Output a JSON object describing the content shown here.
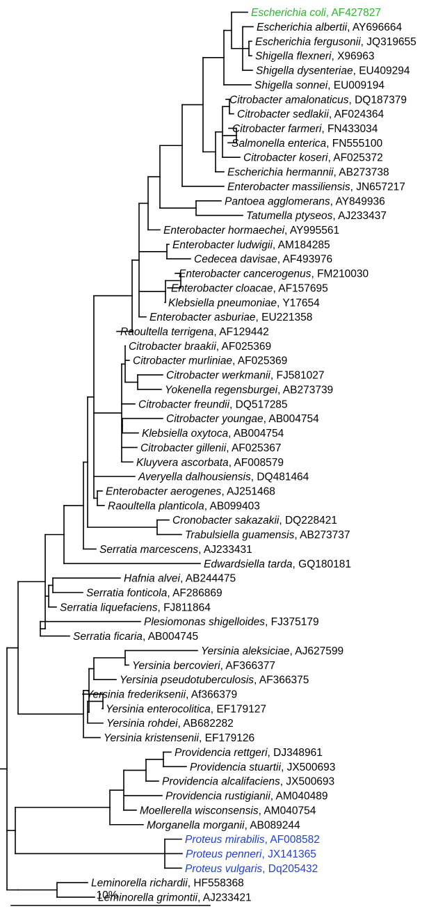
{
  "highlight_colors": {
    "green": "#2db52d",
    "blue": "#1f3fd6",
    "default": "#000000"
  },
  "scale_bar": {
    "label": "10%"
  },
  "taxa": [
    {
      "species": "Escherichia coli",
      "accession": "AF427827",
      "color": "green"
    },
    {
      "species": "Escherichia albertii",
      "accession": "AY696664"
    },
    {
      "species": "Escherichia fergusonii",
      "accession": "JQ319655"
    },
    {
      "species": "Shigella flexneri",
      "accession": "X96963"
    },
    {
      "species": "Shigella dysenteriae",
      "accession": "EU409294"
    },
    {
      "species": "Shigella sonnei",
      "accession": "EU009194"
    },
    {
      "species": "Citrobacter amalonaticus",
      "accession": "DQ187379"
    },
    {
      "species": "Citrobacter sedlakii",
      "accession": "AF024364"
    },
    {
      "species": "Citrobacter farmeri",
      "accession": "FN433034"
    },
    {
      "species": "Salmonella enterica",
      "accession": "FN555100"
    },
    {
      "species": "Citrobacter koseri",
      "accession": "AF025372"
    },
    {
      "species": "Escherichia hermannii",
      "accession": "AB273738"
    },
    {
      "species": "Enterobacter massiliensis",
      "accession": "JN657217"
    },
    {
      "species": "Pantoea agglomerans",
      "accession": "AY849936"
    },
    {
      "species": "Tatumella ptyseos",
      "accession": "AJ233437"
    },
    {
      "species": "Enterobacter hormaechei",
      "accession": "AY995561"
    },
    {
      "species": "Enterobacter ludwigii",
      "accession": "AM184285"
    },
    {
      "species": "Cedecea davisae",
      "accession": "AF493976"
    },
    {
      "species": "Enterobacter cancerogenus",
      "accession": "FM210030"
    },
    {
      "species": "Enterobacter cloacae",
      "accession": "AF157695"
    },
    {
      "species": "Klebsiella pneumoniae",
      "accession": "Y17654"
    },
    {
      "species": "Enterobacter asburiae",
      "accession": "EU221358"
    },
    {
      "species": "Raoultella terrigena",
      "accession": "AF129442"
    },
    {
      "species": "Citrobacter braakii",
      "accession": "AF025369"
    },
    {
      "species": "Citrobacter murliniae",
      "accession": "AF025369"
    },
    {
      "species": "Citrobacter werkmanii",
      "accession": "FJ581027"
    },
    {
      "species": "Yokenella regensburgei",
      "accession": "AB273739"
    },
    {
      "species": "Citrobacter freundii",
      "accession": "DQ517285"
    },
    {
      "species": "Citrobacter youngae",
      "accession": "AB004754"
    },
    {
      "species": "Klebsiella oxytoca",
      "accession": "AB004754"
    },
    {
      "species": "Citrobacter gillenii",
      "accession": "AF025367"
    },
    {
      "species": "Kluyvera ascorbata",
      "accession": "AF008579"
    },
    {
      "species": "Averyella dalhousiensis",
      "accession": "DQ481464"
    },
    {
      "species": "Enterobacter aerogenes",
      "accession": "AJ251468"
    },
    {
      "species": "Raoultella planticola",
      "accession": "AB099403"
    },
    {
      "species": "Cronobacter sakazakii",
      "accession": "DQ228421"
    },
    {
      "species": "Trabulsiella guamensis",
      "accession": "AB273737"
    },
    {
      "species": "Serratia marcescens",
      "accession": "AJ233431"
    },
    {
      "species": "Edwardsiella tarda",
      "accession": "GQ180181"
    },
    {
      "species": "Hafnia alvei",
      "accession": "AB244475"
    },
    {
      "species": "Serratia fonticola",
      "accession": "AF286869"
    },
    {
      "species": "Serratia liquefaciens",
      "accession": "FJ811864"
    },
    {
      "species": "Plesiomonas shigelloides",
      "accession": "FJ375179"
    },
    {
      "species": "Serratia ficaria",
      "accession": "AB004745"
    },
    {
      "species": "Yersinia aleksiciae",
      "accession": "AJ627599"
    },
    {
      "species": "Yersinia bercovieri",
      "accession": "AF366377"
    },
    {
      "species": "Yersinia pseudotuberculosis",
      "accession": "AF366375"
    },
    {
      "species": "Yersinia frederiksenii",
      "accession": "Af366379"
    },
    {
      "species": "Yersinia enterocolitica",
      "accession": "EF179127"
    },
    {
      "species": "Yersinia rohdei",
      "accession": "AB682282"
    },
    {
      "species": "Yersinia kristensenii",
      "accession": "EF179126"
    },
    {
      "species": "Providencia rettgeri",
      "accession": "DJ348961"
    },
    {
      "species": "Providencia stuartii",
      "accession": "JX500693"
    },
    {
      "species": "Providencia alcalifaciens",
      "accession": "JX500693"
    },
    {
      "species": "Providencia rustigianii",
      "accession": "AM040489"
    },
    {
      "species": "Moellerella wisconsensis",
      "accession": "AM040754"
    },
    {
      "species": "Morganella morganii",
      "accession": "AB089244"
    },
    {
      "species": "Proteus mirabilis",
      "accession": "AF008582",
      "color": "blue"
    },
    {
      "species": "Proteus penneri",
      "accession": "JX141365",
      "color": "blue"
    },
    {
      "species": "Proteus vulgaris",
      "accession": "Dq205432",
      "color": "blue"
    },
    {
      "species": "Leminorella richardii",
      "accession": "HF558368"
    },
    {
      "species": "Leminorella grimontii",
      "accession": "AJ233421"
    }
  ]
}
